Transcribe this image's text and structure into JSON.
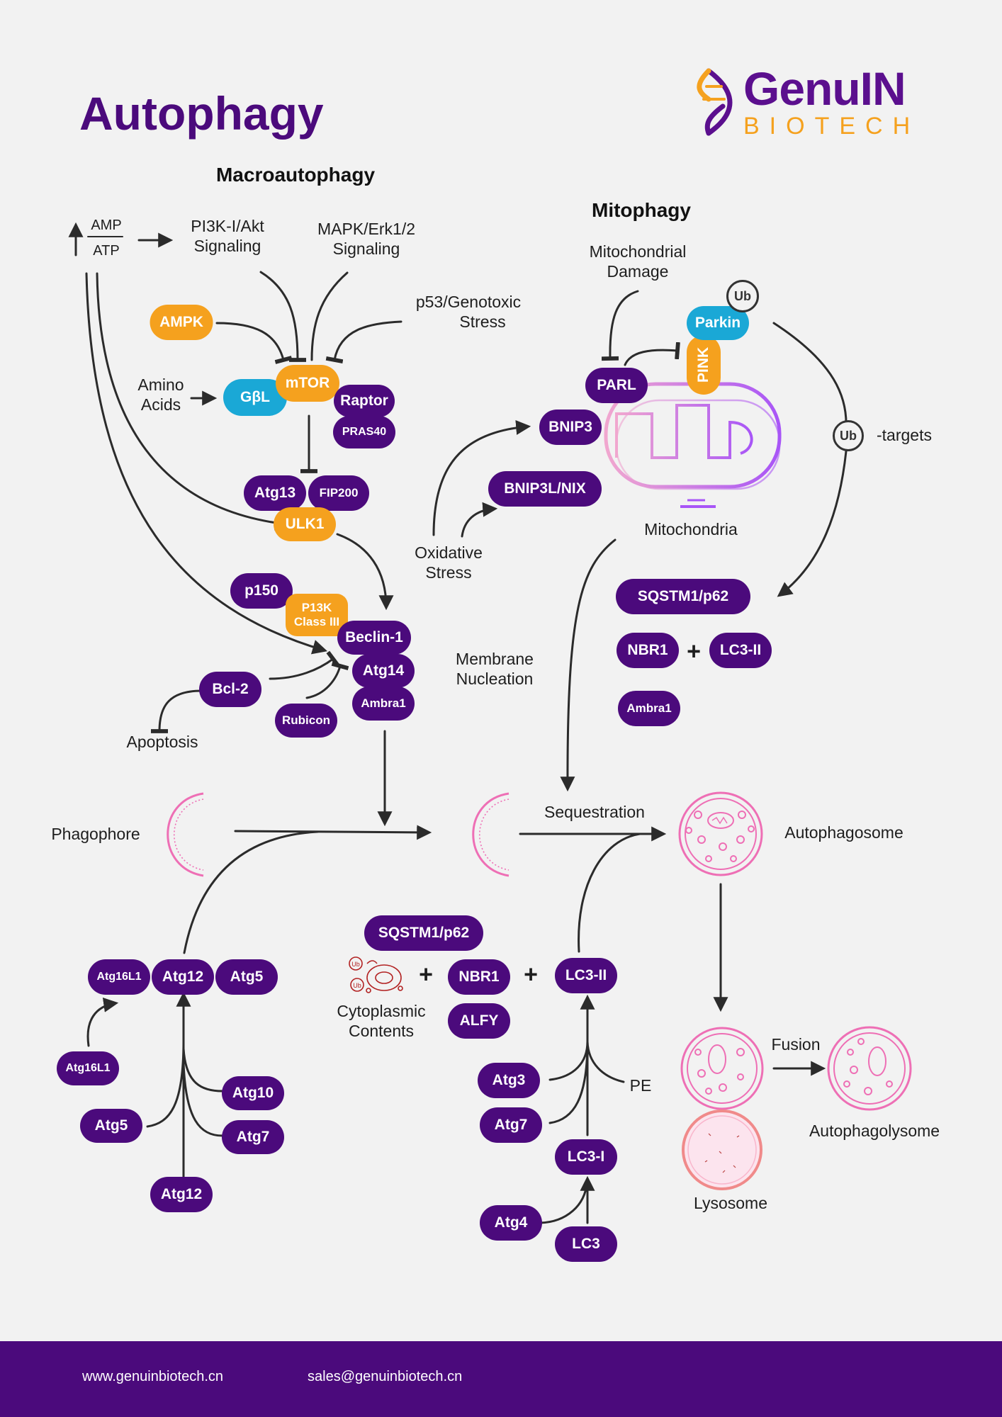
{
  "page": {
    "title": "Autophagy",
    "macro_title": "Macroautophagy",
    "mito_title": "Mitophagy"
  },
  "logo": {
    "brand": "GenuIN",
    "sub": "BIOTECH"
  },
  "macro": {
    "amp": "AMP",
    "atp": "ATP",
    "pi3k_akt": [
      "PI3K-I/Akt",
      "Signaling"
    ],
    "mapk": [
      "MAPK/Erk1/2",
      "Signaling"
    ],
    "p53": [
      "p53/Genotoxic",
      "Stress"
    ],
    "amino": [
      "Amino",
      "Acids"
    ],
    "ampk": "AMPK",
    "gbl": "GβL",
    "mtor": "mTOR",
    "raptor": "Raptor",
    "pras40": "PRAS40",
    "atg13": "Atg13",
    "fip200": "FIP200",
    "ulk1": "ULK1",
    "p150": "p150",
    "pi3k3": [
      "P13K",
      "Class III"
    ],
    "beclin": "Beclin-1",
    "atg14": "Atg14",
    "ambra1": "Ambra1",
    "bcl2": "Bcl-2",
    "rubicon": "Rubicon",
    "apoptosis": "Apoptosis",
    "membrane": [
      "Membrane",
      "Nucleation"
    ]
  },
  "mito": {
    "damage": [
      "Mitochondrial",
      "Damage"
    ],
    "parl": "PARL",
    "pink": "PINK",
    "parkin": "Parkin",
    "ub": "Ub",
    "targets": "-targets",
    "bnip3": "BNIP3",
    "bnip3l": "BNIP3L/NIX",
    "oxidative": [
      "Oxidative",
      "Stress"
    ],
    "mitochondria": "Mitochondria",
    "sqstm1": "SQSTM1/p62",
    "nbr1": "NBR1",
    "lc3ii": "LC3-II",
    "ambra1": "Ambra1",
    "plus": "+"
  },
  "flow": {
    "phagophore": "Phagophore",
    "sequestration": "Sequestration",
    "autophagosome": "Autophagosome",
    "fusion": "Fusion",
    "autophagolysome": "Autophagolysome",
    "lysosome": "Lysosome"
  },
  "bottom": {
    "atg16l1": "Atg16L1",
    "atg12": "Atg12",
    "atg5": "Atg5",
    "atg16l1b": "Atg16L1",
    "atg10": "Atg10",
    "atg5b": "Atg5",
    "atg7": "Atg7",
    "atg12b": "Atg12",
    "sqstm1": "SQSTM1/p62",
    "cyto": [
      "Cytoplasmic",
      "Contents"
    ],
    "nbr1": "NBR1",
    "alfy": "ALFY",
    "lc3ii": "LC3-II",
    "atg3": "Atg3",
    "atg7b": "Atg7",
    "pe": "PE",
    "lc3i": "LC3-I",
    "atg4": "Atg4",
    "lc3": "LC3",
    "plus": "+"
  },
  "footer": {
    "website": "www.genuinbiotech.cn",
    "email": "sales@genuinbiotech.cn"
  },
  "colors": {
    "purple": "#4b0a7c",
    "orange": "#f5a11e",
    "blue": "#1aa8d6",
    "pink": "#ee6fb5"
  },
  "icons": [
    "dna-icon",
    "globe-icon",
    "mail-icon",
    "ub-icon",
    "mitochondria-icon",
    "phagophore-icon",
    "autophagosome-icon",
    "lysosome-icon",
    "autophagolysosome-icon"
  ]
}
